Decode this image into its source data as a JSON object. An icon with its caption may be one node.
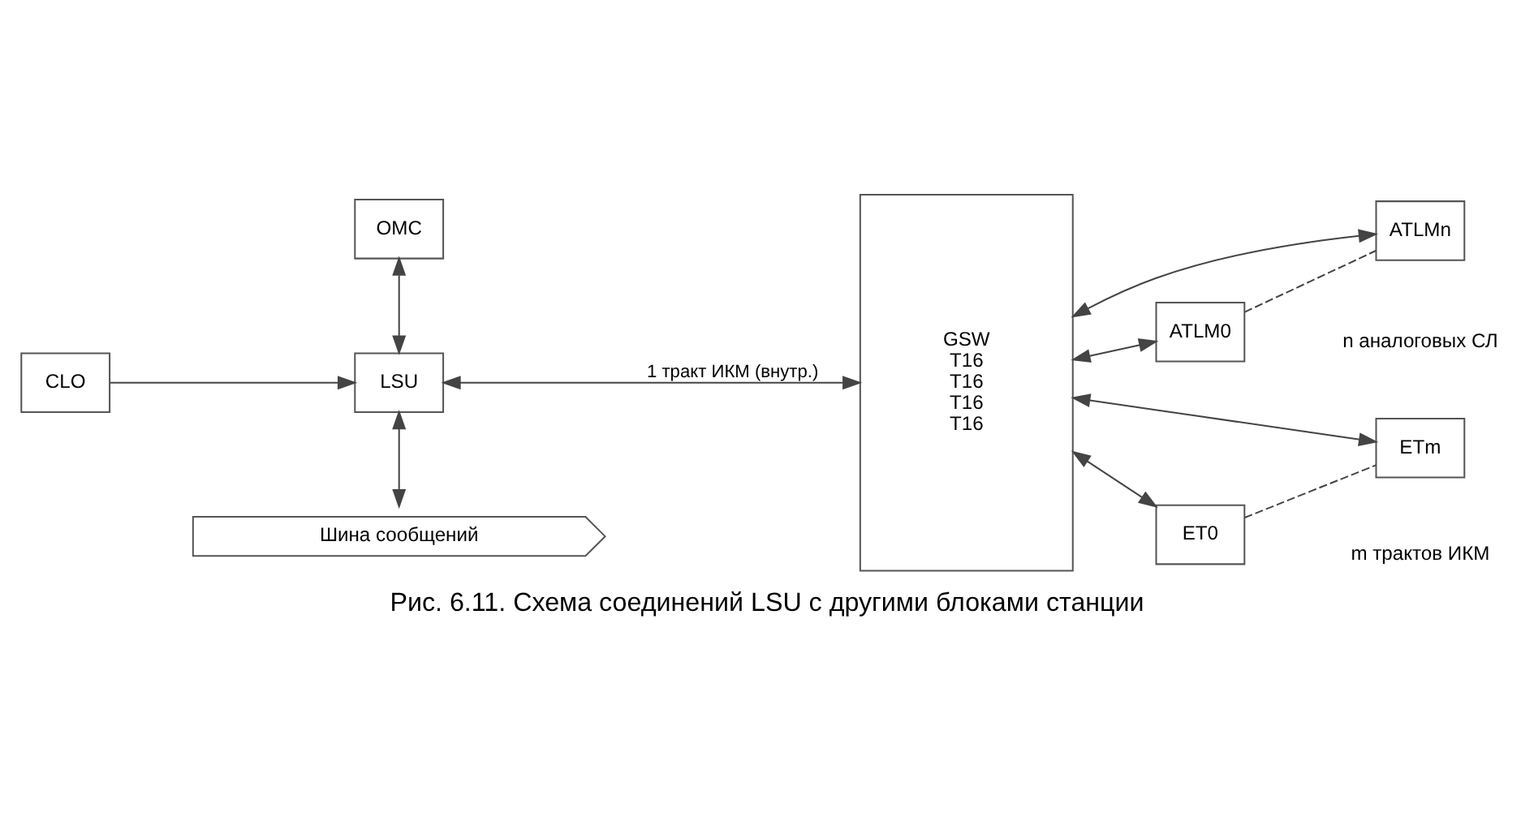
{
  "diagram": {
    "caption": "Рис. 6.11. Схема соединений LSU с другими блоками станции",
    "nodes": [
      {
        "text": [
          "OMC"
        ]
      },
      {
        "text": [
          "CLO"
        ]
      },
      {
        "text": [
          "LSU"
        ]
      },
      {
        "text": [
          "GSW",
          "T16",
          "T16",
          "T16",
          "T16"
        ]
      },
      {
        "text": [
          "ATLM0"
        ]
      },
      {
        "text": [
          "ATLMn"
        ]
      },
      {
        "text": [
          "ET0"
        ]
      },
      {
        "text": [
          "ETm"
        ]
      },
      {
        "text": [
          "Шина сообщений"
        ]
      }
    ],
    "edges": [
      {
        "from": 0,
        "to": 2,
        "arrow": "both"
      },
      {
        "from": 1,
        "to": 2,
        "arrow": "to"
      },
      {
        "from": 3,
        "to": 2,
        "arrow": "both",
        "label": "1 тракт ИКМ (внутр.)"
      },
      {
        "from": 2,
        "to": 8,
        "arrow": "both"
      },
      {
        "from": 3,
        "to": 4,
        "arrow": "both"
      },
      {
        "from": 3,
        "to": 5,
        "arrow": "both"
      },
      {
        "from": 3,
        "to": 6,
        "arrow": "both"
      },
      {
        "from": 3,
        "to": 7,
        "arrow": "both"
      },
      {
        "from": 4,
        "to": 5,
        "arrow": "none",
        "style": "dashed"
      },
      {
        "from": 6,
        "to": 7,
        "arrow": "none",
        "style": "dashed"
      }
    ],
    "labels": [
      "n аналоговых СЛ",
      "m трактов ИКМ"
    ]
  }
}
